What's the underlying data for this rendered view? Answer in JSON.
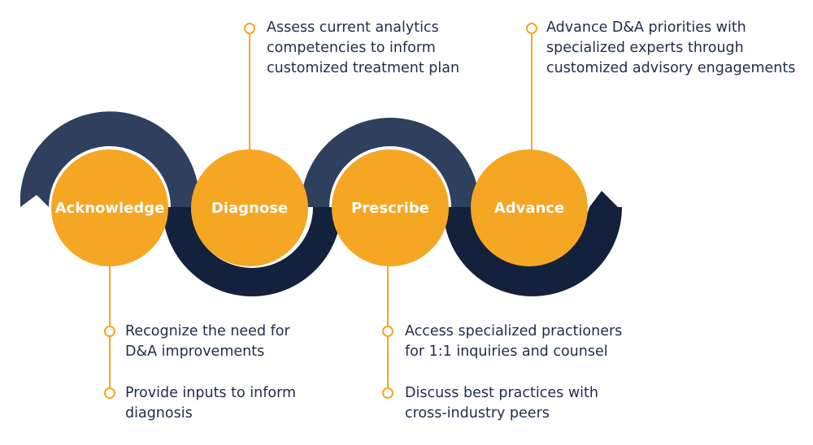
{
  "colors": {
    "arc_top": "#2f3f5e",
    "arc_bottom": "#14213d",
    "circle": "#f5a623",
    "connector": "#f5a623",
    "text": "#1f2d4a"
  },
  "stages": [
    {
      "label": "Acknowledge"
    },
    {
      "label": "Diagnose"
    },
    {
      "label": "Prescribe"
    },
    {
      "label": "Advance"
    }
  ],
  "callouts": {
    "diagnose_top": [
      "Assess current analytics",
      "competencies to inform",
      "customized treatment plan"
    ],
    "advance_top": [
      "Advance D&A priorities with",
      "specialized experts through",
      "customized advisory engagements"
    ],
    "acknowledge_1": [
      "Recognize the need for",
      "D&A improvements"
    ],
    "acknowledge_2": [
      "Provide inputs to inform",
      "diagnosis"
    ],
    "prescribe_1": [
      "Access specialized practioners",
      "for 1:1 inquiries and counsel"
    ],
    "prescribe_2": [
      "Discuss best practices with",
      "cross-industry peers"
    ]
  }
}
